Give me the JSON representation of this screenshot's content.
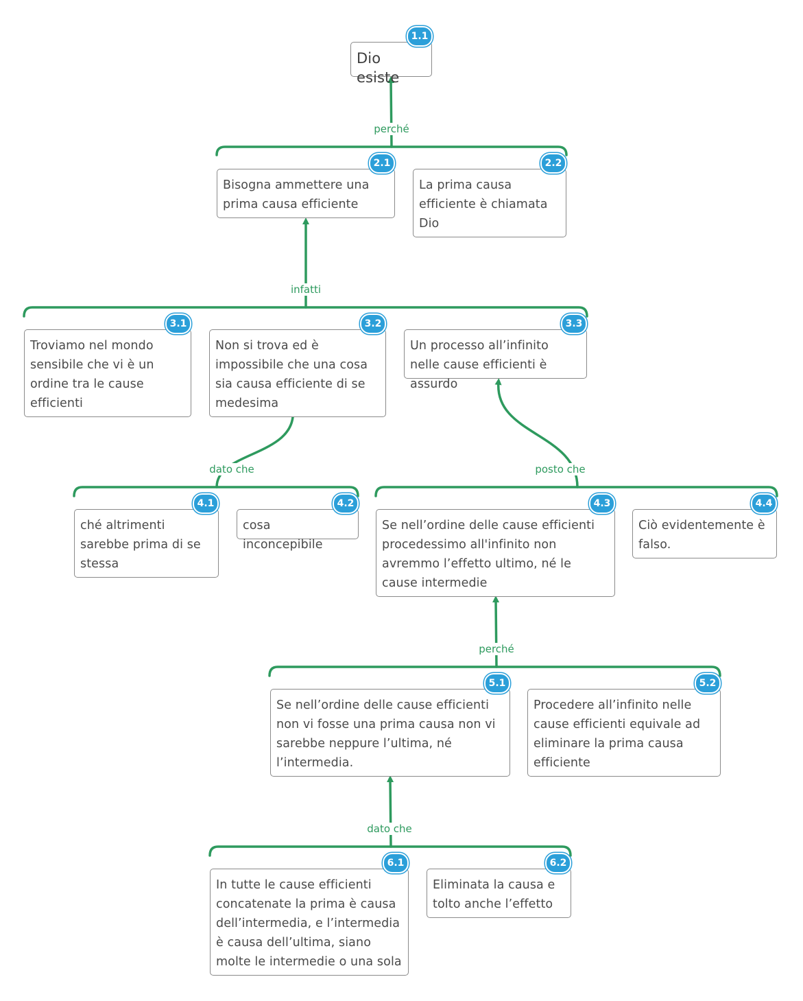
{
  "colors": {
    "connector": "#2e9a5e",
    "badge": "#2b9fd9",
    "box_border": "#8a8a8a",
    "text": "#4a4a4a"
  },
  "nodes": {
    "n11": {
      "id": "1.1",
      "text": "Dio esiste"
    },
    "n21": {
      "id": "2.1",
      "text": "Bisogna ammettere una prima causa efficiente"
    },
    "n22": {
      "id": "2.2",
      "text": "La prima causa efficiente è chiamata Dio"
    },
    "n31": {
      "id": "3.1",
      "text": "Troviamo nel mondo sensibile che vi è un ordine tra le cause efficienti"
    },
    "n32": {
      "id": "3.2",
      "text": "Non si trova ed è impossibile che una cosa sia causa efficiente di se medesima"
    },
    "n33": {
      "id": "3.3",
      "text": "Un processo all’infinito nelle cause efficienti è assurdo"
    },
    "n41": {
      "id": "4.1",
      "text": "ché altrimenti sarebbe prima di se stessa"
    },
    "n42": {
      "id": "4.2",
      "text": "cosa inconcepibile"
    },
    "n43": {
      "id": "4.3",
      "text": "Se nell’ordine delle cause efficienti procedessimo all'infinito non avremmo l’effetto ultimo, né le cause intermedie"
    },
    "n44": {
      "id": "4.4",
      "text": "Ciò evidentemente è falso."
    },
    "n51": {
      "id": "5.1",
      "text": "Se nell’ordine delle cause efficienti non vi fosse una prima causa non vi sarebbe neppure l’ultima, né l’intermedia."
    },
    "n52": {
      "id": "5.2",
      "text": "Procedere all’infinito nelle cause efficienti equivale ad eliminare la prima causa efficiente"
    },
    "n61": {
      "id": "6.1",
      "text": "In tutte le cause efficienti concatenate la prima è causa dell’intermedia, e l’intermedia è causa dell’ultima, siano molte le intermedie o una sola"
    },
    "n62": {
      "id": "6.2",
      "text": "Eliminata la causa e tolto anche l’effetto"
    }
  },
  "connectors": {
    "c1": {
      "label": "perché"
    },
    "c2": {
      "label": "infatti"
    },
    "c3": {
      "label": "dato che"
    },
    "c4": {
      "label": "posto che"
    },
    "c5": {
      "label": "perché"
    },
    "c6": {
      "label": "dato che"
    }
  }
}
